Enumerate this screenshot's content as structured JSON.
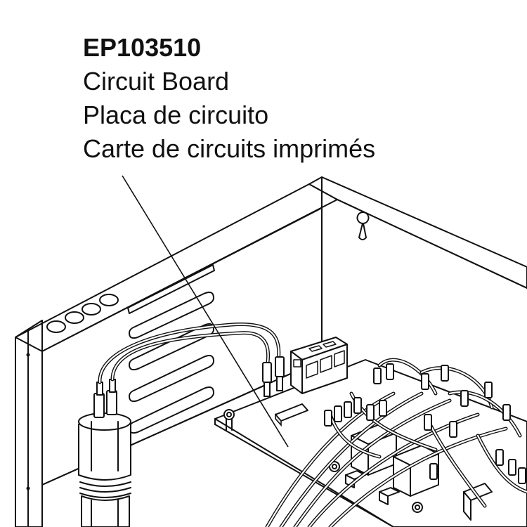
{
  "callout": {
    "part_number": "EP103510",
    "descriptions": [
      "Circuit Board",
      "Placa de circuito",
      "Carte de circuits imprimés"
    ]
  }
}
